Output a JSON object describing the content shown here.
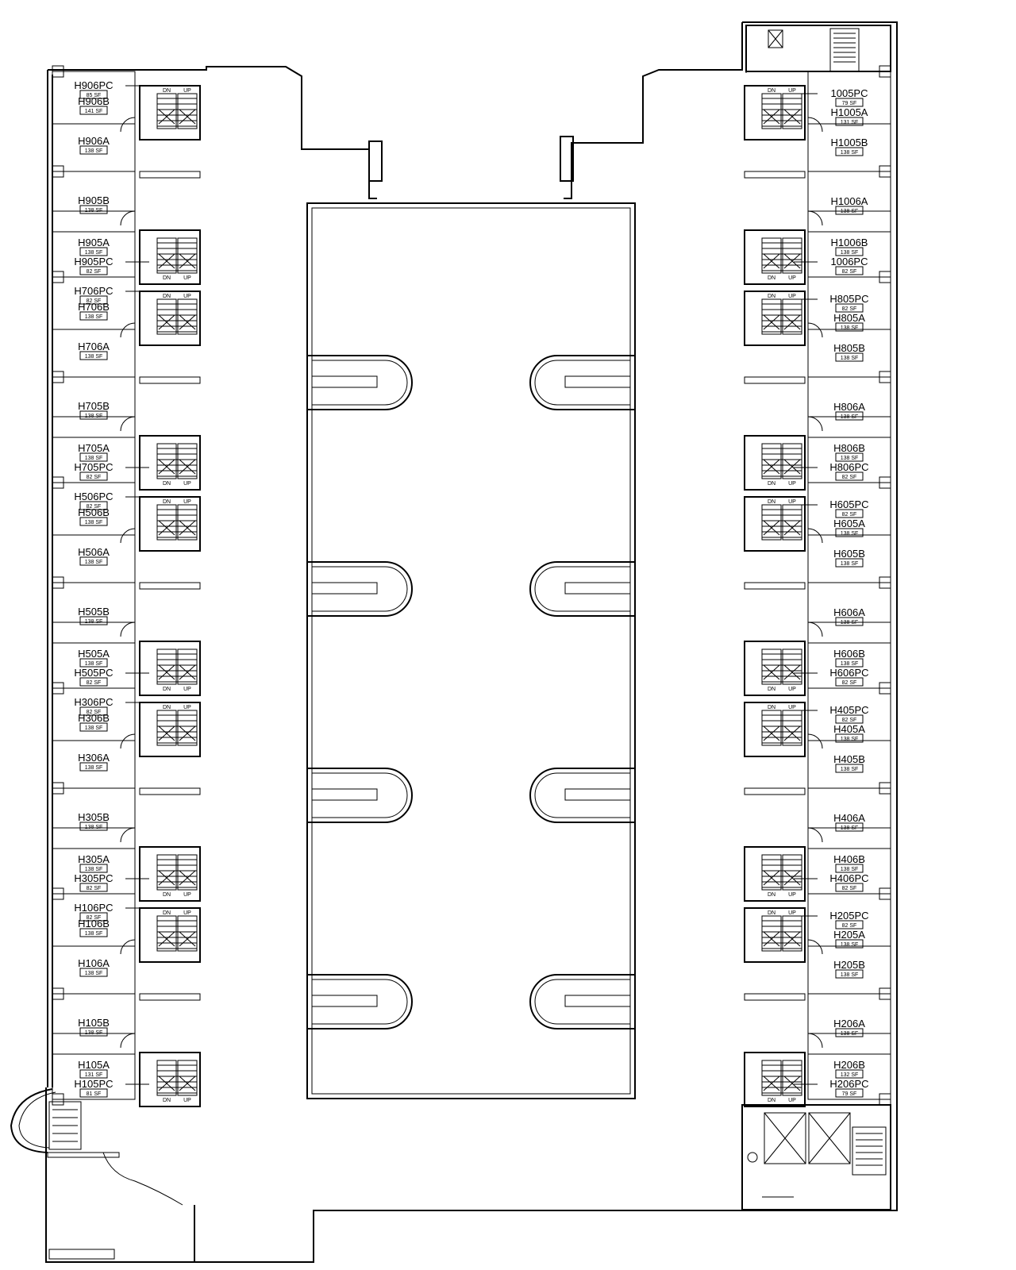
{
  "stair_labels": {
    "up": "UP",
    "dn": "DN"
  },
  "left_rooms": [
    {
      "id": "H906PC",
      "area": "85 SF",
      "pc": true
    },
    {
      "id": "H906B",
      "area": "141 SF"
    },
    {
      "id": "H906A",
      "area": "138 SF"
    },
    {
      "id": "H905B",
      "area": "138 SF"
    },
    {
      "id": "H905A",
      "area": "138 SF"
    },
    {
      "id": "H905PC",
      "area": "82 SF",
      "pc": true
    },
    {
      "id": "H706PC",
      "area": "82 SF",
      "pc": true
    },
    {
      "id": "H706B",
      "area": "138 SF"
    },
    {
      "id": "H706A",
      "area": "138 SF"
    },
    {
      "id": "H705B",
      "area": "138 SF"
    },
    {
      "id": "H705A",
      "area": "138 SF"
    },
    {
      "id": "H705PC",
      "area": "82 SF",
      "pc": true
    },
    {
      "id": "H506PC",
      "area": "82 SF",
      "pc": true
    },
    {
      "id": "H506B",
      "area": "138 SF"
    },
    {
      "id": "H506A",
      "area": "138 SF"
    },
    {
      "id": "H505B",
      "area": "138 SF"
    },
    {
      "id": "H505A",
      "area": "138 SF"
    },
    {
      "id": "H505PC",
      "area": "82 SF",
      "pc": true
    },
    {
      "id": "H306PC",
      "area": "82 SF",
      "pc": true
    },
    {
      "id": "H306B",
      "area": "138 SF"
    },
    {
      "id": "H306A",
      "area": "138 SF"
    },
    {
      "id": "H305B",
      "area": "138 SF"
    },
    {
      "id": "H305A",
      "area": "138 SF"
    },
    {
      "id": "H305PC",
      "area": "82 SF",
      "pc": true
    },
    {
      "id": "H106PC",
      "area": "82 SF",
      "pc": true
    },
    {
      "id": "H106B",
      "area": "138 SF"
    },
    {
      "id": "H106A",
      "area": "138 SF"
    },
    {
      "id": "H105B",
      "area": "138 SF"
    },
    {
      "id": "H105A",
      "area": "131 SF"
    },
    {
      "id": "H105PC",
      "area": "81 SF",
      "pc": true
    }
  ],
  "right_rooms": [
    {
      "id": "1005PC",
      "area": "79 SF",
      "pc": true
    },
    {
      "id": "H1005A",
      "area": "131 SF"
    },
    {
      "id": "H1005B",
      "area": "138 SF"
    },
    {
      "id": "H1006A",
      "area": "138 SF"
    },
    {
      "id": "H1006B",
      "area": "138 SF"
    },
    {
      "id": "1006PC",
      "area": "82 SF",
      "pc": true
    },
    {
      "id": "H805PC",
      "area": "82 SF",
      "pc": true
    },
    {
      "id": "H805A",
      "area": "138 SF"
    },
    {
      "id": "H805B",
      "area": "138 SF"
    },
    {
      "id": "H806A",
      "area": "138 SF"
    },
    {
      "id": "H806B",
      "area": "138 SF"
    },
    {
      "id": "H806PC",
      "area": "82 SF",
      "pc": true
    },
    {
      "id": "H605PC",
      "area": "82 SF",
      "pc": true
    },
    {
      "id": "H605A",
      "area": "138 SF"
    },
    {
      "id": "H605B",
      "area": "138 SF"
    },
    {
      "id": "H606A",
      "area": "138 SF"
    },
    {
      "id": "H606B",
      "area": "138 SF"
    },
    {
      "id": "H606PC",
      "area": "82 SF",
      "pc": true
    },
    {
      "id": "H405PC",
      "area": "82 SF",
      "pc": true
    },
    {
      "id": "H405A",
      "area": "138 SF"
    },
    {
      "id": "H405B",
      "area": "138 SF"
    },
    {
      "id": "H406A",
      "area": "138 SF"
    },
    {
      "id": "H406B",
      "area": "138 SF"
    },
    {
      "id": "H406PC",
      "area": "82 SF",
      "pc": true
    },
    {
      "id": "H205PC",
      "area": "82 SF",
      "pc": true
    },
    {
      "id": "H205A",
      "area": "138 SF"
    },
    {
      "id": "H205B",
      "area": "138 SF"
    },
    {
      "id": "H206A",
      "area": "138 SF"
    },
    {
      "id": "H206B",
      "area": "132 SF"
    },
    {
      "id": "H206PC",
      "area": "79 SF",
      "pc": true
    }
  ]
}
